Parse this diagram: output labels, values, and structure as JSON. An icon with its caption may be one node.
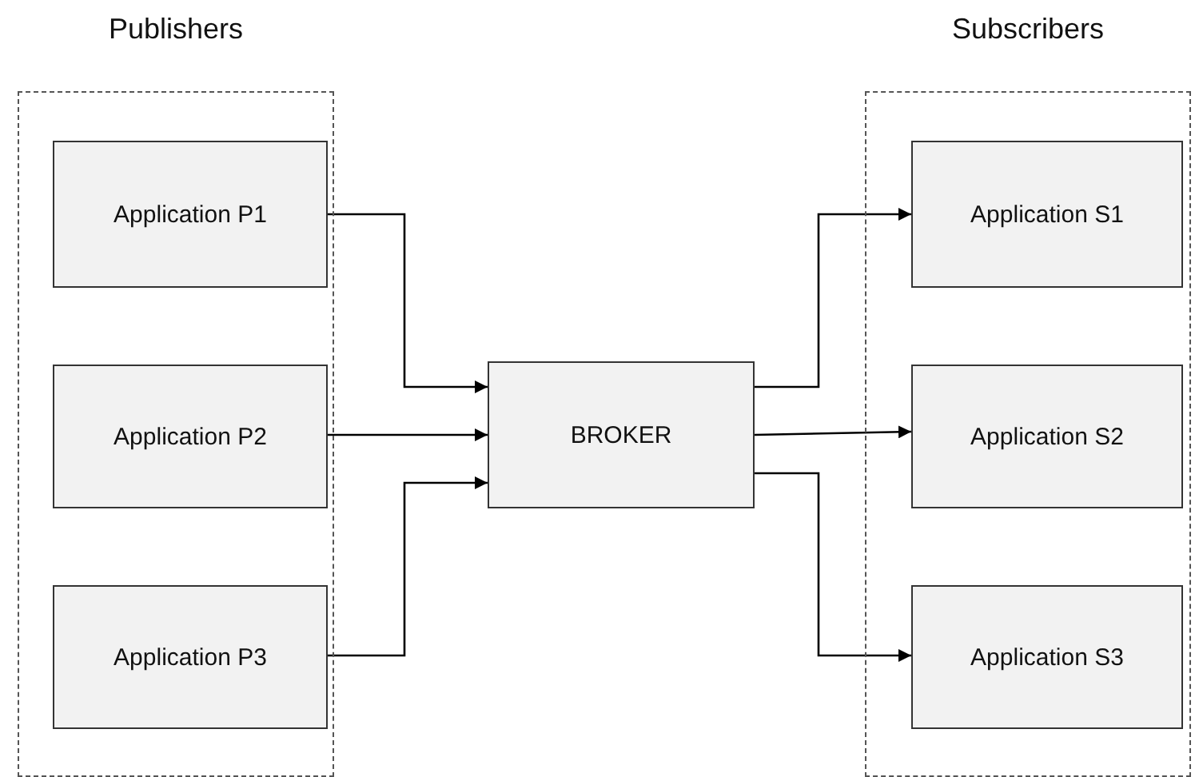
{
  "diagram": {
    "nodes": [
      {
        "text": [
          "Publishers"
        ]
      },
      {
        "text": [
          "Application P1"
        ],
        "in": 0
      },
      {
        "text": [
          "Application P2"
        ],
        "in": 0
      },
      {
        "text": [
          "Application P3"
        ],
        "in": 0
      },
      {
        "text": [
          "BROKER"
        ]
      },
      {
        "text": [
          "Subscribers"
        ]
      },
      {
        "text": [
          "Application S1"
        ],
        "in": 5
      },
      {
        "text": [
          "Application S2"
        ],
        "in": 5
      },
      {
        "text": [
          "Application S3"
        ],
        "in": 5
      }
    ],
    "edges": [
      {
        "from": 1,
        "to": 4,
        "arrow": "to"
      },
      {
        "from": 2,
        "to": 4,
        "arrow": "to"
      },
      {
        "from": 3,
        "to": 4,
        "arrow": "to"
      },
      {
        "from": 4,
        "to": 6,
        "arrow": "to"
      },
      {
        "from": 4,
        "to": 7,
        "arrow": "to"
      },
      {
        "from": 4,
        "to": 8,
        "arrow": "to"
      }
    ]
  }
}
